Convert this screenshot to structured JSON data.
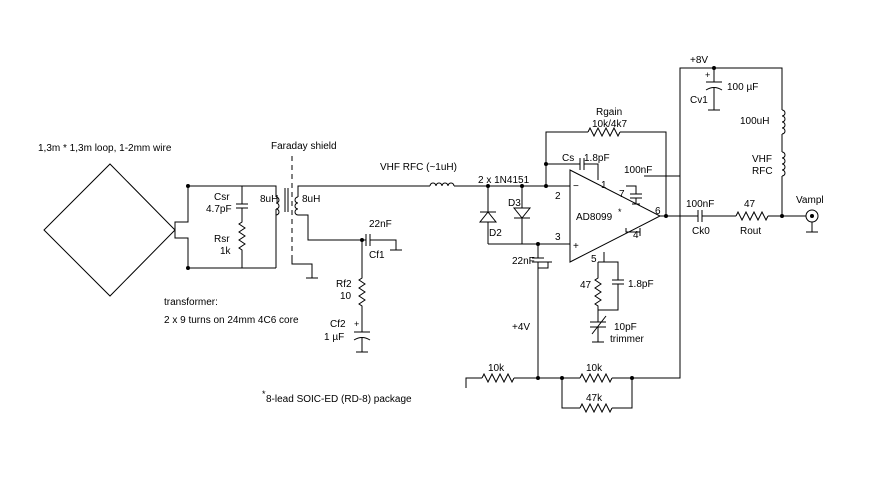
{
  "notes": {
    "loop": "1,3m * 1,3m loop, 1-2mm  wire",
    "faraday": "Faraday shield",
    "transformer_title": "transformer:",
    "transformer_desc": "2 x 9 turns on 24mm 4C6 core",
    "package_star": "*",
    "package": "8-lead SOIC-ED (RD-8) package",
    "supply_pos": "+8V",
    "bias": "+4V"
  },
  "components": {
    "csr_name": "Csr",
    "csr_val": "4.7pF",
    "rsr_name": "Rsr",
    "rsr_val": "1k",
    "l1": "8uH",
    "l2": "8uH",
    "vhf_rfc": "VHF RFC (~1uH)",
    "diodes": "2 x 1N4151",
    "d2": "D2",
    "d3": "D3",
    "cf1_val": "22nF",
    "cf1_name": "Cf1",
    "rf2_name": "Rf2",
    "rf2_val": "10",
    "cf2_name": "Cf2",
    "cf2_val": "1 µF",
    "rgain_name": "Rgain",
    "rgain_val": "10k/4k7",
    "cs_name": "Cs",
    "cs_val": "1.8pF",
    "pin_decoup": "100nF",
    "opamp": "AD8099",
    "opamp_star": "*",
    "in_cap": "22nF",
    "r47": "47",
    "comp_cap": "1.8pF",
    "trimmer_val": "10pF",
    "trimmer_name": "trimmer",
    "pin1": "1",
    "pin2": "2",
    "pin3": "3",
    "pin4": "4",
    "pin5": "5",
    "pin6": "6",
    "pin7": "7",
    "minus": "−",
    "plus": "+",
    "r10k_a": "10k",
    "r10k_b": "10k",
    "r47k": "47k",
    "ck0_val": "100nF",
    "ck0_name": "Ck0",
    "rout_val": "47",
    "rout_name": "Rout",
    "vampl": "Vampl",
    "cv1_val": "100 µF",
    "cv1_name": "Cv1",
    "cv1_plus": "+",
    "l100u": "100uH",
    "rfc2_a": "VHF",
    "rfc2_b": "RFC"
  }
}
